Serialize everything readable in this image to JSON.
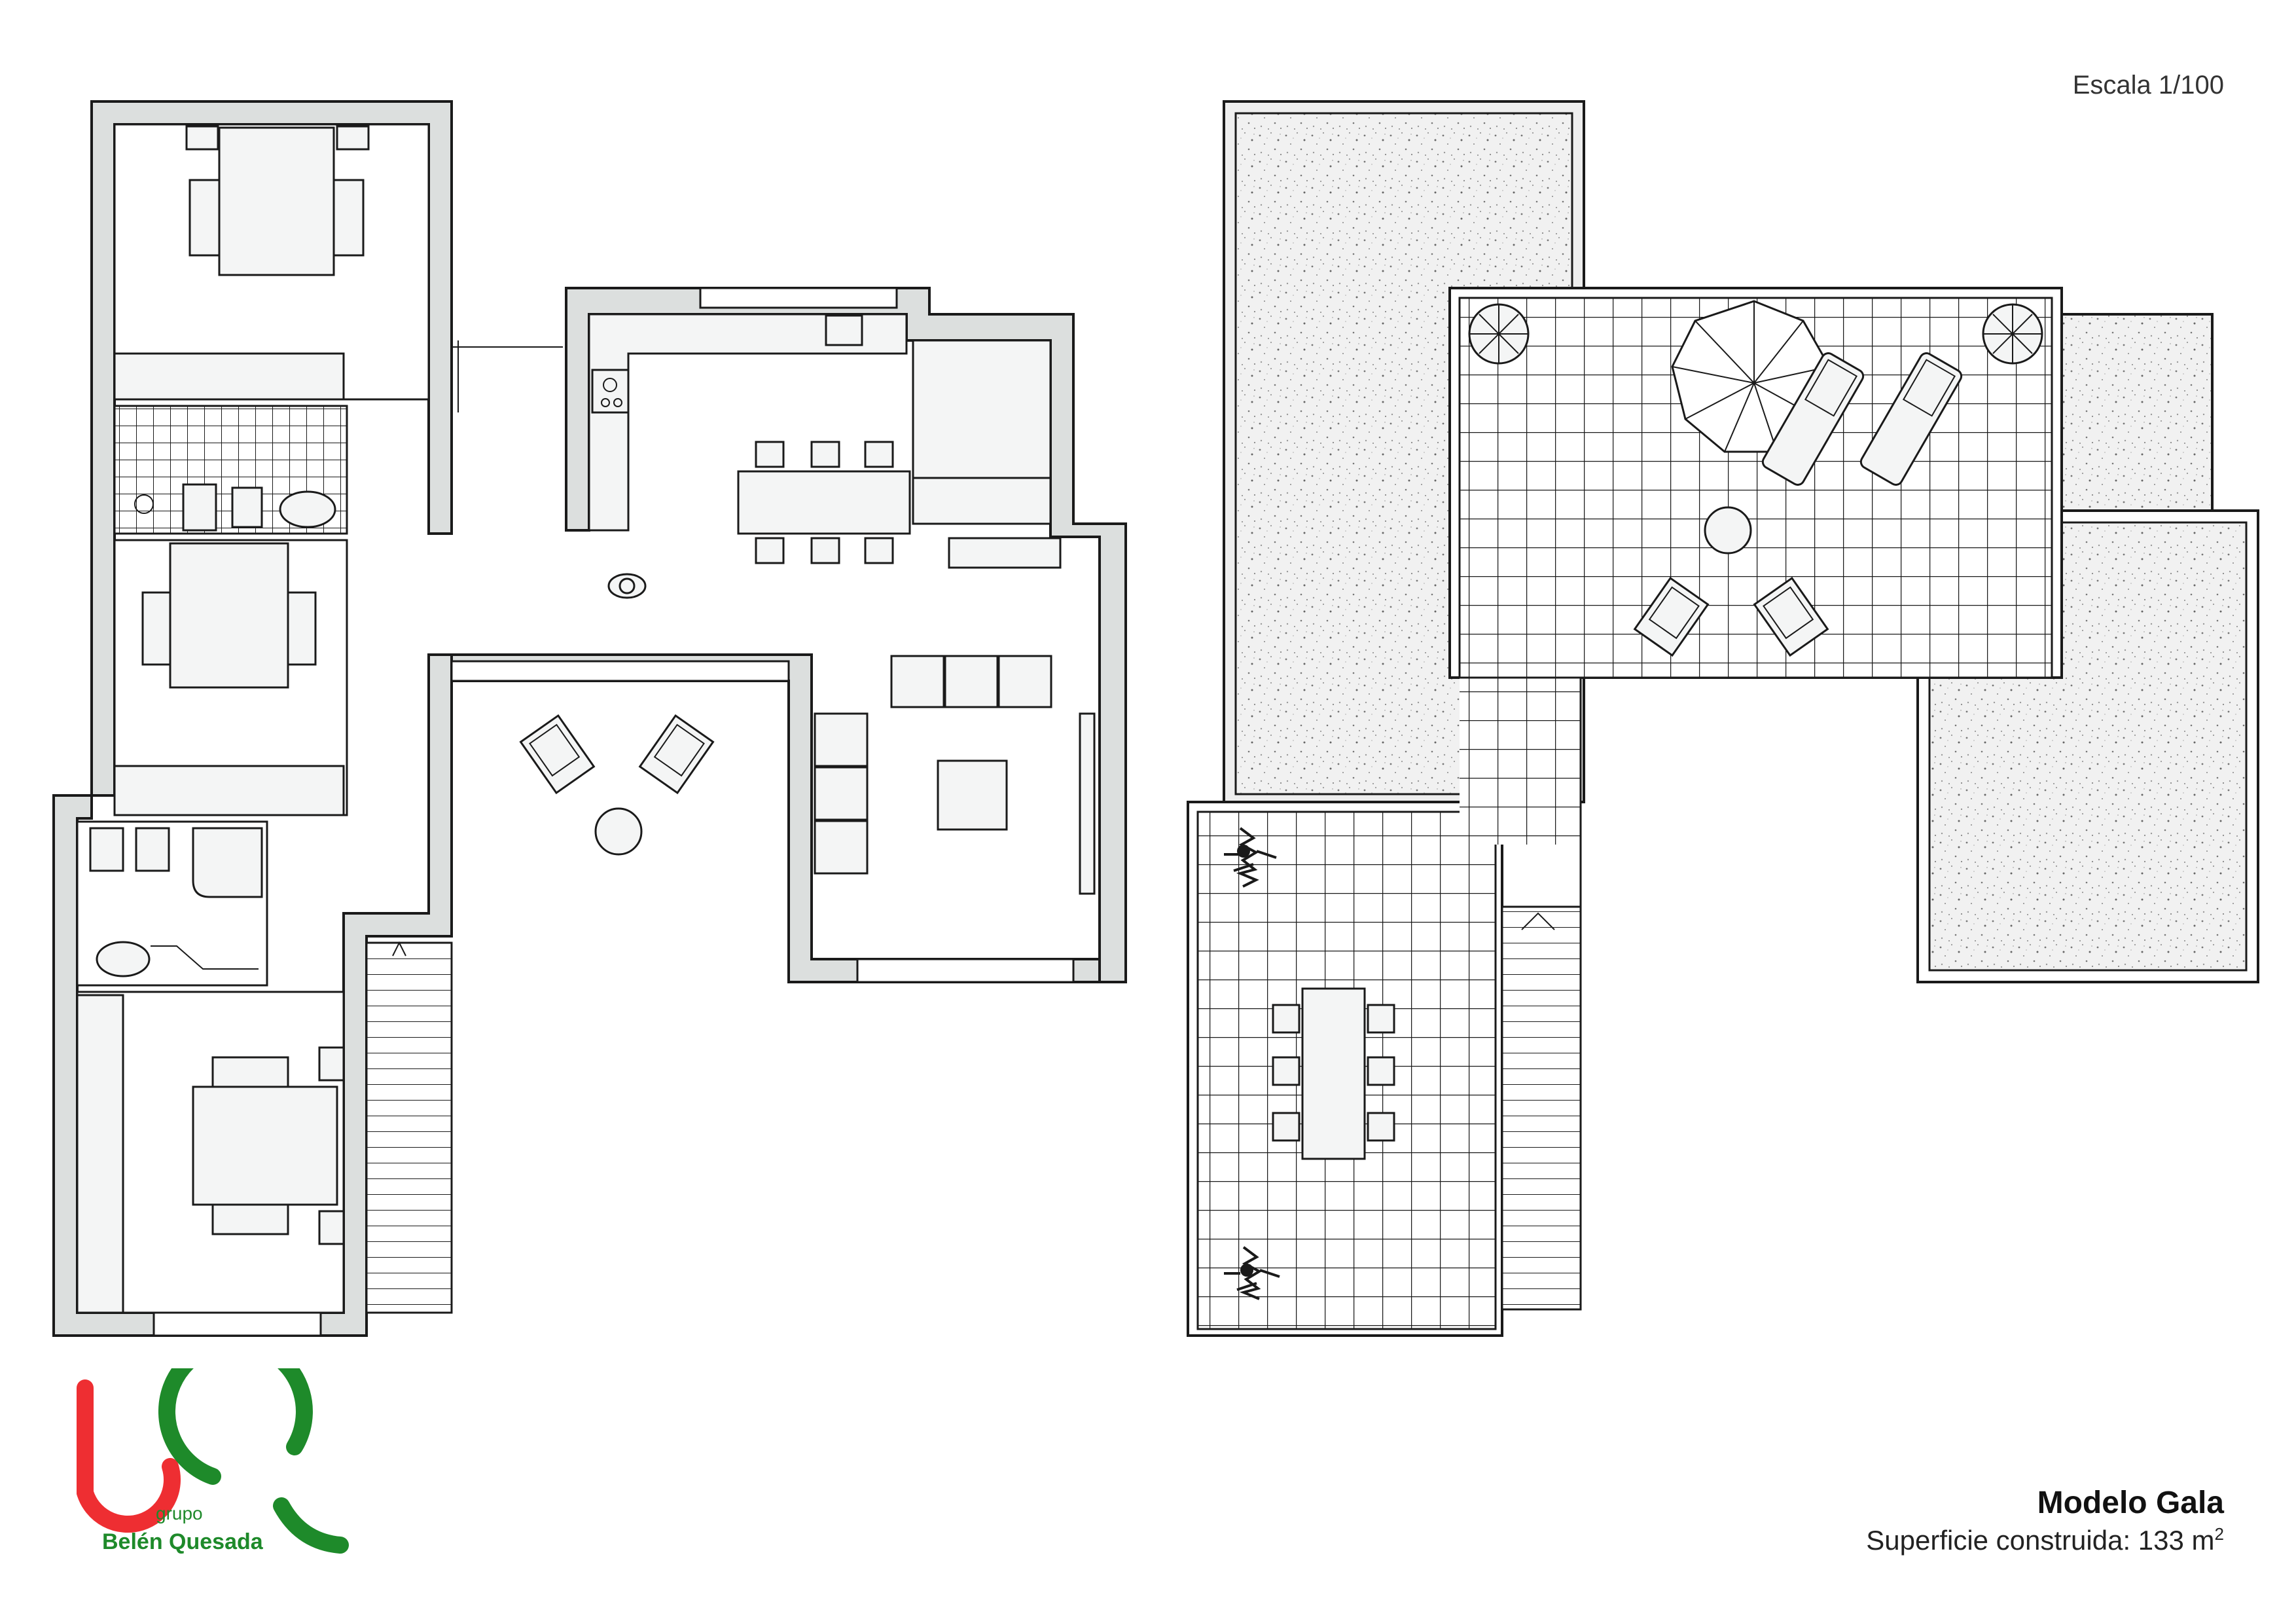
{
  "header": {
    "scale": "Escala 1/100"
  },
  "model": {
    "name": "Modelo Gala",
    "surface_label": "Superficie construida: 133 m",
    "surface_unit_exp": "2"
  },
  "logo": {
    "letters": "bQ",
    "grupo": "grupo",
    "company": "Belén Quesada",
    "colors": {
      "b": "#ee2e32",
      "q": "#1e8a2a",
      "text": "#1e8a2a"
    }
  },
  "colors": {
    "wall_fill": "#dcdfde",
    "line": "#1a1a1a",
    "furniture": "#f4f5f5",
    "gravel": "#eeeeee"
  }
}
